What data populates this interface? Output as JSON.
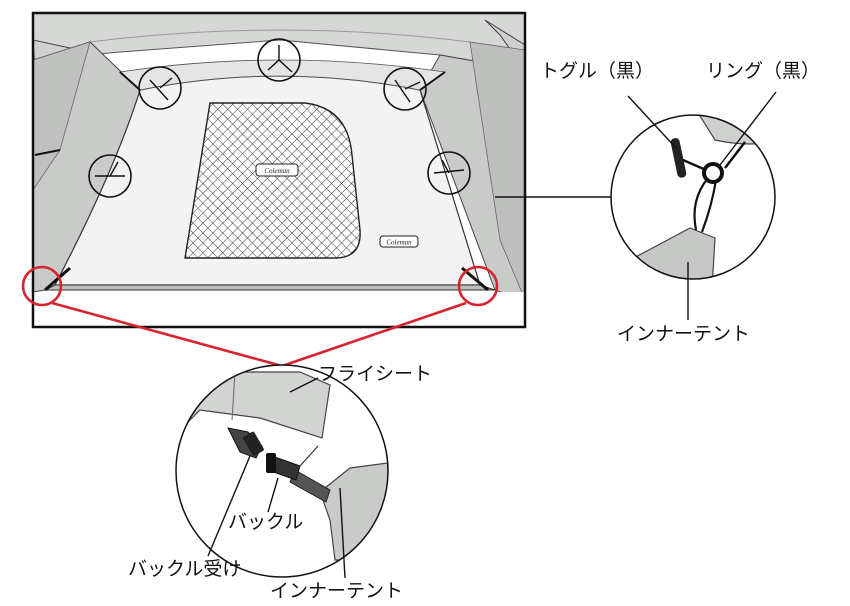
{
  "labels": {
    "toggle": "トグル（黒）",
    "ring": "リング（黒）",
    "inner_tent_right": "インナーテント",
    "fly_sheet": "フライシート",
    "buckle": "バックル",
    "buckle_receiver": "バックル受け",
    "inner_tent_bottom": "インナーテント"
  },
  "brand": {
    "window_logo": "Coleman",
    "wall_logo": "Coleman"
  },
  "colors": {
    "highlight": "#d7232f",
    "fabric": "#d9dbd9",
    "panel": "#f2f2f2",
    "outline": "#111111"
  }
}
